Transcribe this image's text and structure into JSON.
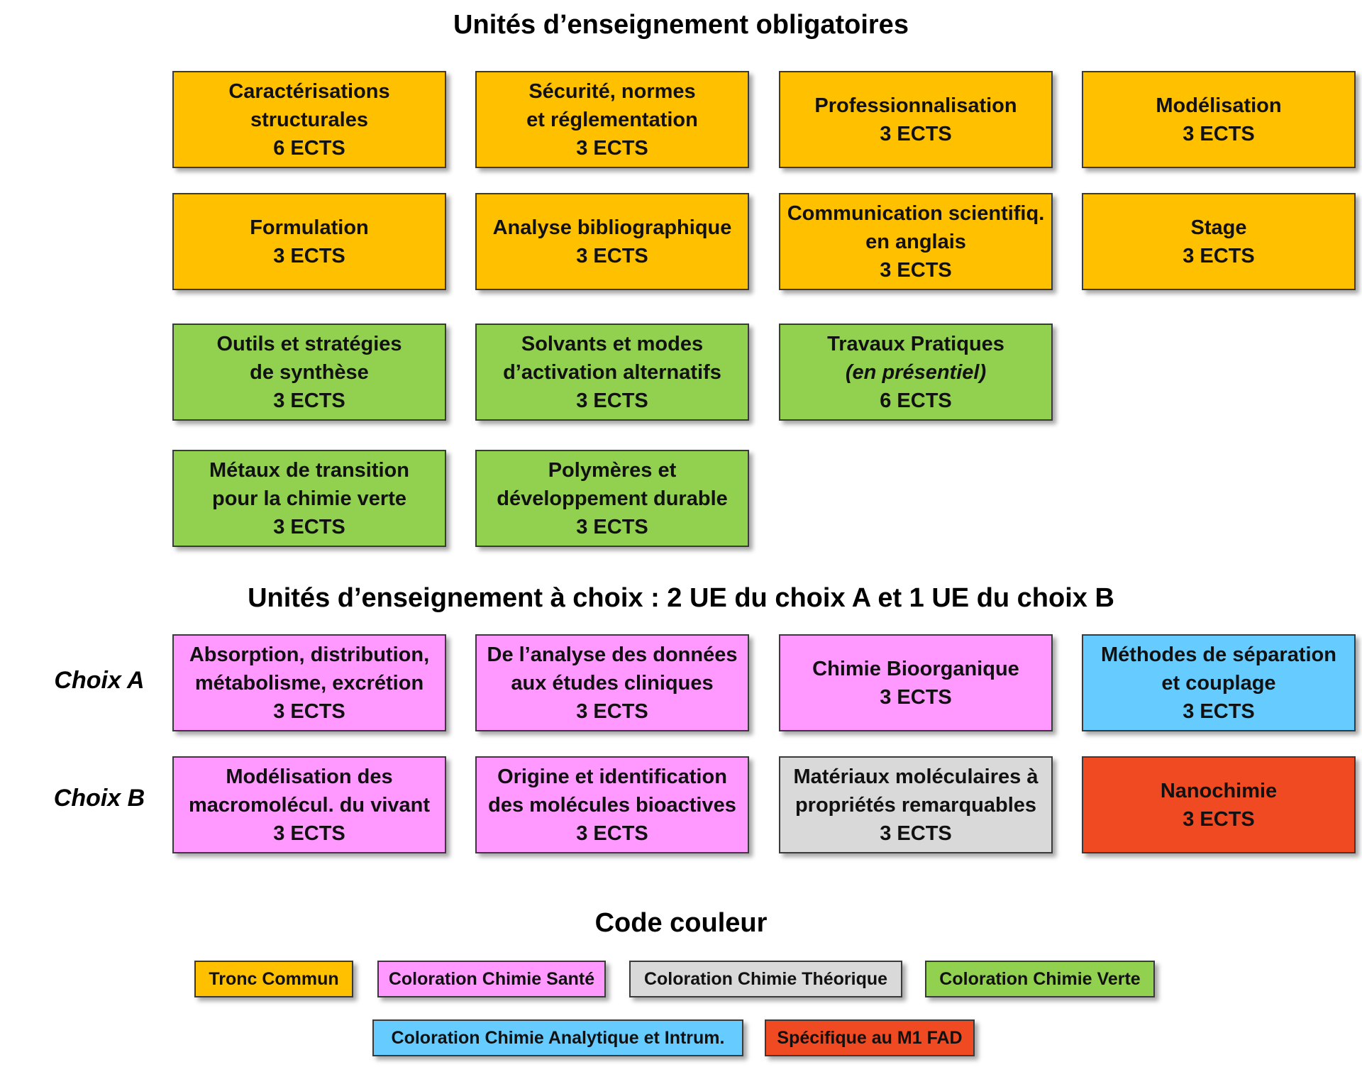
{
  "colors": {
    "tronc_commun": "#FFC000",
    "chimie_sante": "#FF99FF",
    "chimie_theorique": "#D9D9D9",
    "chimie_verte": "#92D050",
    "chimie_analytique": "#66CCFF",
    "specifique_fad": "#F04A23"
  },
  "headings": {
    "mandatory": "Unités d’enseignement obligatoires",
    "elective": "Unités d’enseignement à choix : 2 UE du choix A et 1 UE du choix B",
    "legend": "Code couleur"
  },
  "row_labels": {
    "choix_a": "Choix A",
    "choix_b": "Choix B"
  },
  "mandatory_units": [
    {
      "lines": [
        "Caractérisations",
        "structurales"
      ],
      "ects": "6 ECTS",
      "category": "tronc_commun"
    },
    {
      "lines": [
        "Sécurité, normes",
        "et réglementation"
      ],
      "ects": "3 ECTS",
      "category": "tronc_commun"
    },
    {
      "lines": [
        "Professionnalisation"
      ],
      "ects": "3 ECTS",
      "category": "tronc_commun"
    },
    {
      "lines": [
        "Modélisation"
      ],
      "ects": "3 ECTS",
      "category": "tronc_commun"
    },
    {
      "lines": [
        "Formulation"
      ],
      "ects": "3 ECTS",
      "category": "tronc_commun"
    },
    {
      "lines": [
        "Analyse bibliographique"
      ],
      "ects": "3 ECTS",
      "category": "tronc_commun"
    },
    {
      "lines": [
        "Communication scientifiq.",
        "en anglais"
      ],
      "ects": "3 ECTS",
      "category": "tronc_commun"
    },
    {
      "lines": [
        "Stage"
      ],
      "ects": "3 ECTS",
      "category": "tronc_commun"
    },
    {
      "lines": [
        "Outils et stratégies",
        "de synthèse"
      ],
      "ects": "3 ECTS",
      "category": "chimie_verte"
    },
    {
      "lines": [
        "Solvants et modes",
        "d’activation alternatifs"
      ],
      "ects": "3 ECTS",
      "category": "chimie_verte"
    },
    {
      "lines": [
        "Travaux Pratiques"
      ],
      "italic": "(en présentiel)",
      "ects": "6 ECTS",
      "category": "chimie_verte"
    },
    {
      "lines": [
        "Métaux de transition",
        "pour la chimie verte"
      ],
      "ects": "3 ECTS",
      "category": "chimie_verte"
    },
    {
      "lines": [
        "Polymères et",
        "développement durable"
      ],
      "ects": "3 ECTS",
      "category": "chimie_verte"
    }
  ],
  "choice_a_units": [
    {
      "lines": [
        "Absorption, distribution,",
        "métabolisme, excrétion"
      ],
      "ects": "3 ECTS",
      "category": "chimie_sante"
    },
    {
      "lines": [
        "De l’analyse des données",
        "aux études cliniques"
      ],
      "ects": "3 ECTS",
      "category": "chimie_sante"
    },
    {
      "lines": [
        "Chimie Bioorganique"
      ],
      "ects": "3 ECTS",
      "category": "chimie_sante"
    },
    {
      "lines": [
        "Méthodes de séparation",
        "et couplage"
      ],
      "ects": "3 ECTS",
      "category": "chimie_analytique"
    }
  ],
  "choice_b_units": [
    {
      "lines": [
        "Modélisation des",
        "macromolécul. du vivant"
      ],
      "ects": "3 ECTS",
      "category": "chimie_sante"
    },
    {
      "lines": [
        "Origine et identification",
        "des molécules bioactives"
      ],
      "ects": "3 ECTS",
      "category": "chimie_sante"
    },
    {
      "lines": [
        "Matériaux moléculaires à",
        "propriétés remarquables"
      ],
      "ects": "3 ECTS",
      "category": "chimie_theorique"
    },
    {
      "lines": [
        "Nanochimie"
      ],
      "ects": "3 ECTS",
      "category": "specifique_fad"
    }
  ],
  "legend_items": [
    {
      "label": "Tronc Commun",
      "category": "tronc_commun"
    },
    {
      "label": "Coloration Chimie Santé",
      "category": "chimie_sante"
    },
    {
      "label": "Coloration Chimie Théorique",
      "category": "chimie_theorique"
    },
    {
      "label": "Coloration Chimie Verte",
      "category": "chimie_verte"
    },
    {
      "label": "Coloration Chimie Analytique et Intrum.",
      "category": "chimie_analytique"
    },
    {
      "label": "Spécifique au M1 FAD",
      "category": "specifique_fad"
    }
  ]
}
